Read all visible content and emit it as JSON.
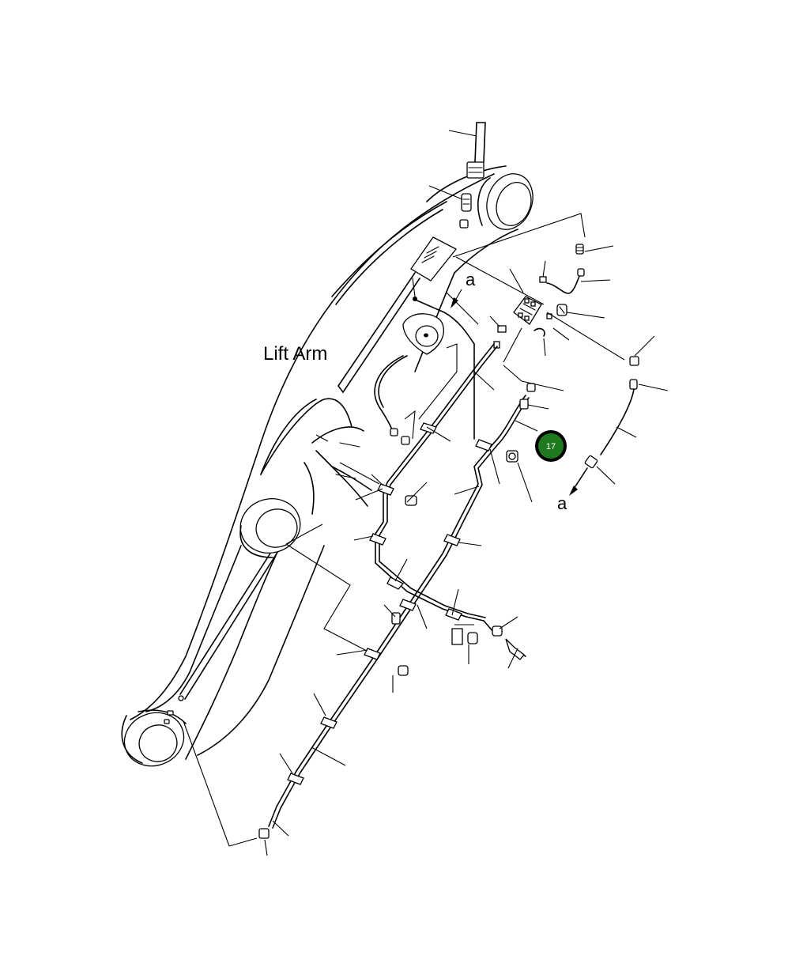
{
  "diagram": {
    "title_label": "Lift Arm",
    "ref_label_top": "a",
    "ref_label_bottom": "a",
    "callout": {
      "number": "17",
      "color": "#1f7a1f",
      "ring_color": "#000000"
    }
  }
}
